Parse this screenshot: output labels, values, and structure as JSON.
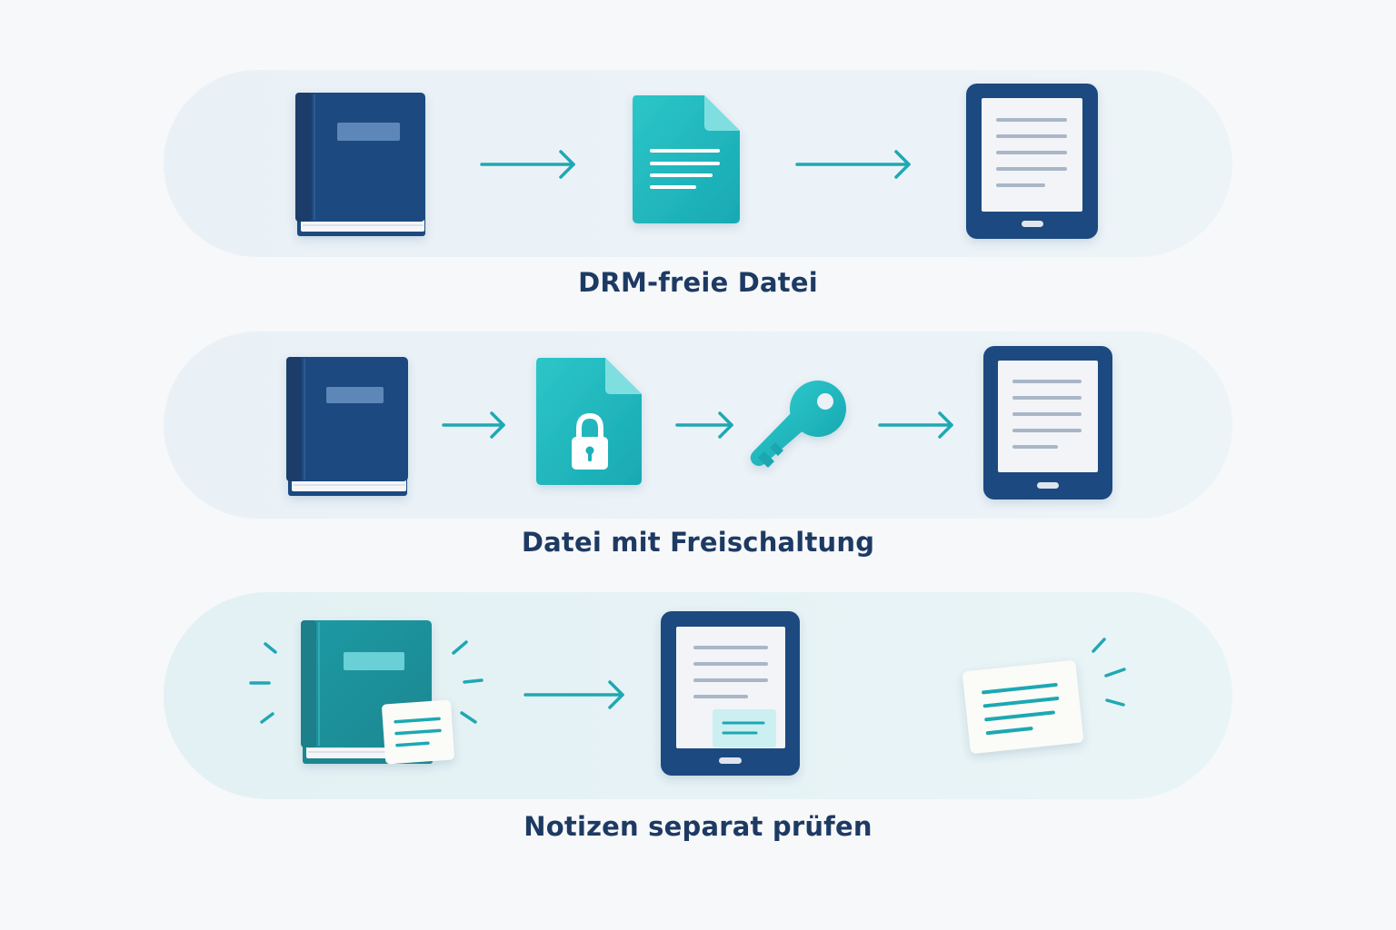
{
  "flows": [
    {
      "caption": "DRM-freie Datei",
      "steps": [
        "book-icon",
        "arrow-right-icon",
        "document-icon",
        "arrow-right-icon",
        "ereader-icon"
      ]
    },
    {
      "caption": "Datei mit Freischaltung",
      "steps": [
        "book-icon",
        "arrow-right-icon",
        "locked-document-icon",
        "arrow-right-icon",
        "key-icon",
        "arrow-right-icon",
        "ereader-icon"
      ]
    },
    {
      "caption": "Notizen separat prüfen",
      "steps": [
        "annotated-book-icon",
        "arrow-right-icon",
        "ereader-with-note-icon",
        "note-card-icon"
      ]
    }
  ],
  "colors": {
    "navy": "#1f4a80",
    "navy_dark": "#1b3c69",
    "teal": "#1fb5bf",
    "teal_dark": "#1a9aa3",
    "band": "#eaf2f7",
    "caption": "#1d3a63"
  }
}
